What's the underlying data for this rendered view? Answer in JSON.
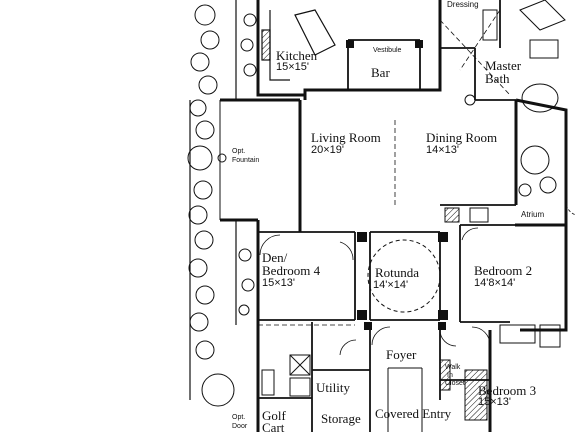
{
  "rooms": {
    "kitchen": {
      "name": "Kitchen",
      "size": "15×15'"
    },
    "vestibule": {
      "name": "Vestibule"
    },
    "bar": {
      "name": "Bar"
    },
    "dressing": {
      "name": "Dressing"
    },
    "master_bath": {
      "name_line1": "Master",
      "name_line2": "Bath"
    },
    "living_room": {
      "name": "Living Room",
      "size": "20×19'"
    },
    "dining_room": {
      "name": "Dining Room",
      "size": "14×13'"
    },
    "opt_fountain": {
      "line1": "Opt.",
      "line2": "Fountain"
    },
    "atrium": {
      "name": "Atrium"
    },
    "den": {
      "name_line1": "Den/",
      "name_line2": "Bedroom 4",
      "size": "15×13'"
    },
    "rotunda": {
      "name": "Rotunda",
      "size": "14'×14'"
    },
    "bedroom2": {
      "name": "Bedroom 2",
      "size": "14'8×14'"
    },
    "foyer": {
      "name": "Foyer"
    },
    "walk_in_closet": {
      "line1": "Walk",
      "line2": "In",
      "line3": "Closet"
    },
    "utility": {
      "name": "Utility"
    },
    "bedroom3": {
      "name": "Bedroom 3",
      "size": "15×13'"
    },
    "golf_cart": {
      "line1": "Golf",
      "line2": "Cart"
    },
    "storage": {
      "name": "Storage"
    },
    "covered_entry": {
      "name": "Covered Entry"
    },
    "opt_door": {
      "line1": "Opt.",
      "line2": "Door"
    }
  },
  "colors": {
    "ink": "#111111",
    "paper": "#ffffff"
  }
}
